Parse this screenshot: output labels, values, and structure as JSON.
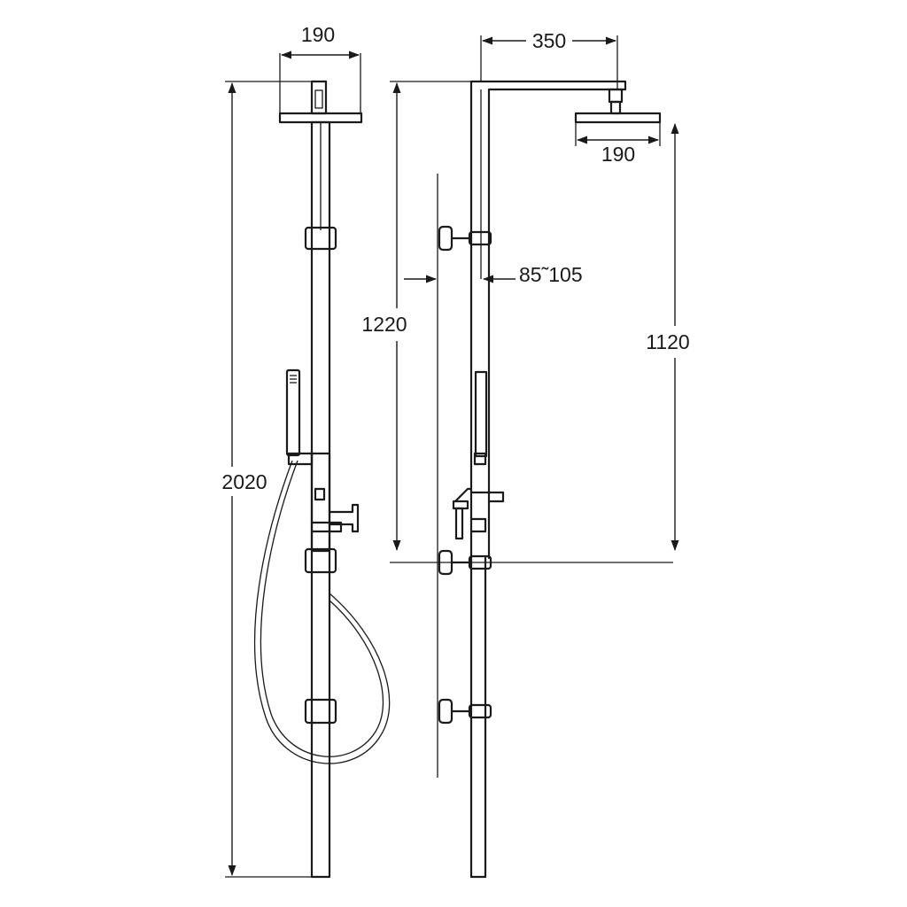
{
  "front_view": {
    "head_width": "190",
    "total_height": "2020"
  },
  "side_view": {
    "arm_length": "350",
    "head_diameter": "190",
    "mixer_to_head": "1220",
    "offset_range": "85˜105",
    "floor_to_head": "1120"
  }
}
